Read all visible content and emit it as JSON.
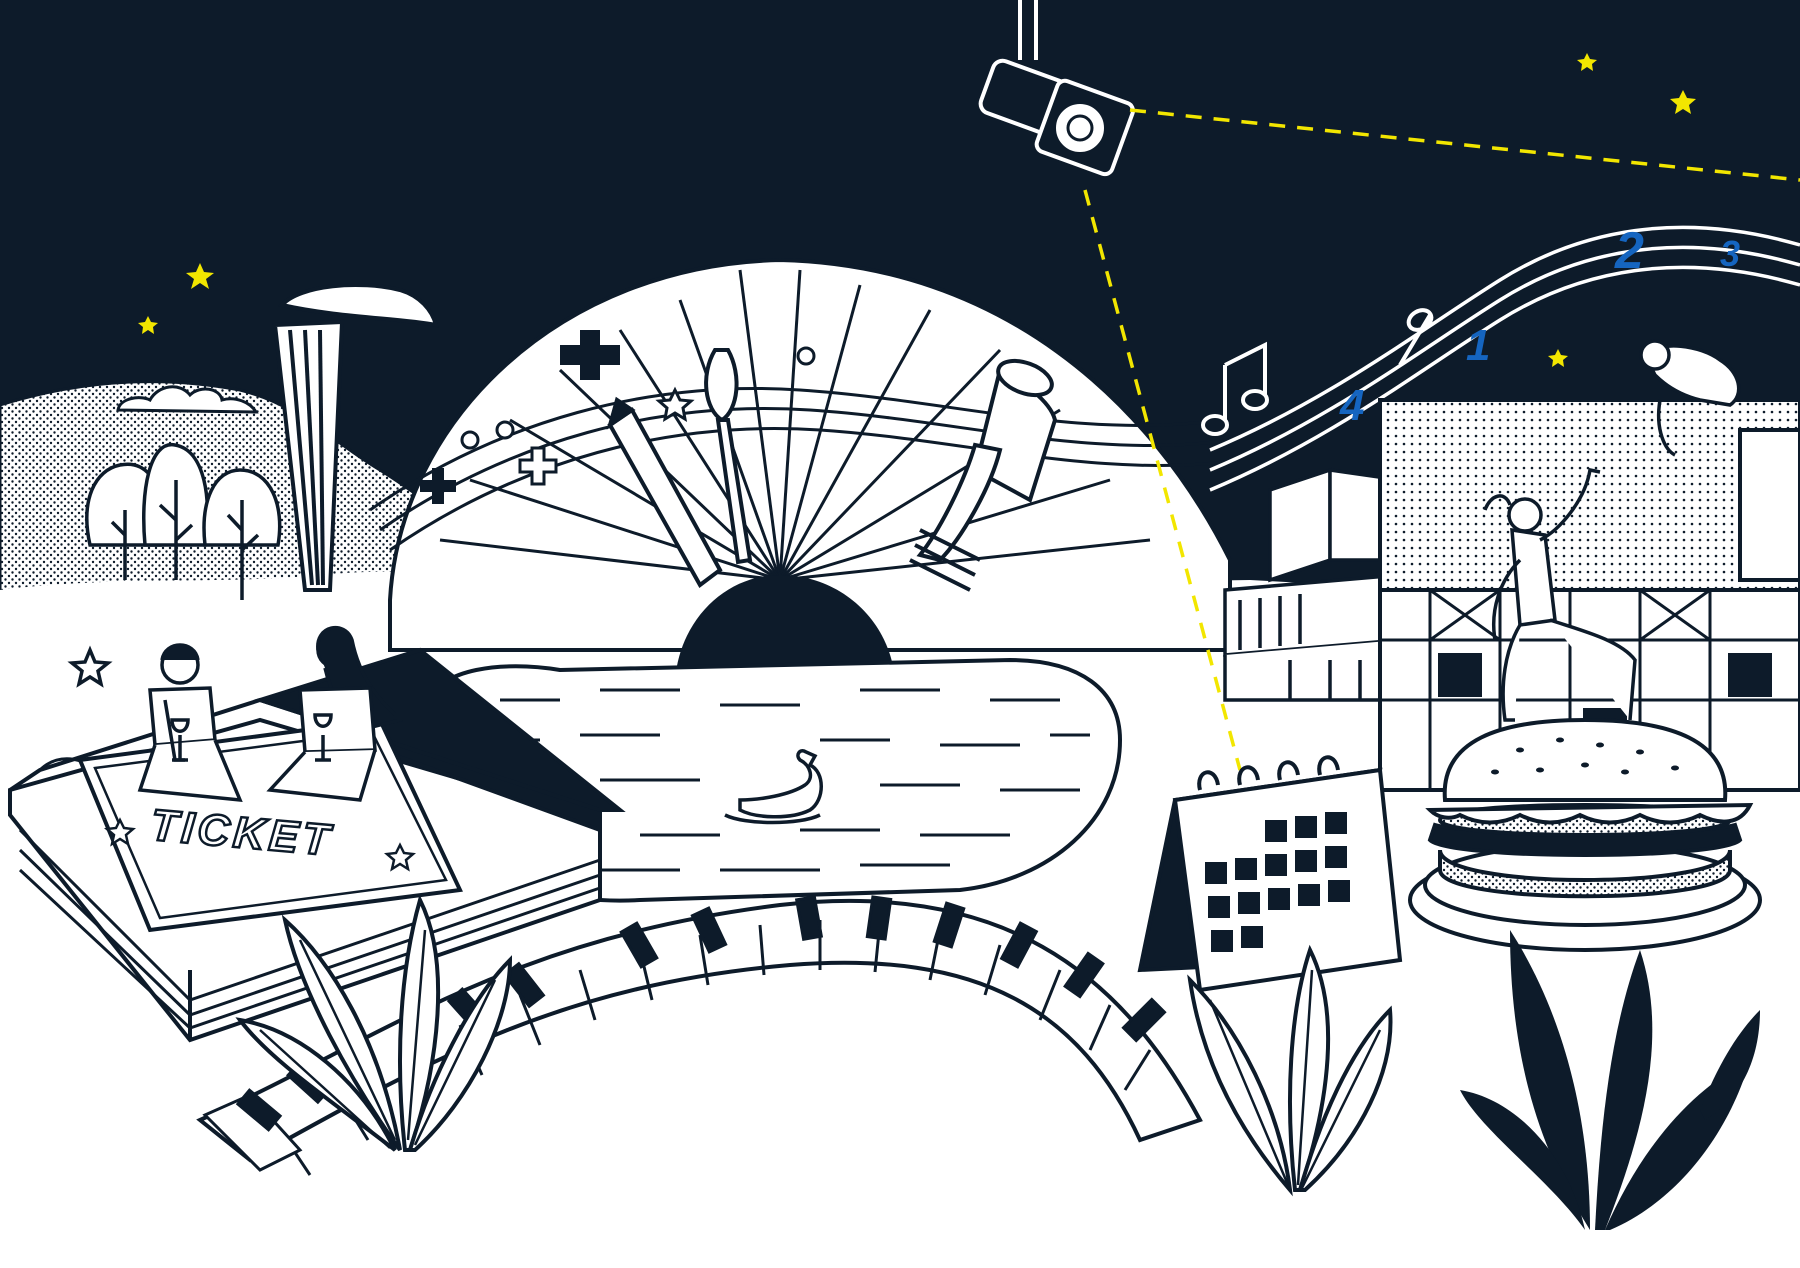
{
  "illustration": {
    "ticket": {
      "label": "TICKET"
    },
    "music_staff": {
      "numbers": [
        "4",
        "1",
        "2",
        "3"
      ]
    },
    "colors": {
      "night_sky": "#0d1b2a",
      "ink": "#0d1b2a",
      "paper": "#ffffff",
      "star_yellow": "#f2e600",
      "spotlight_beam": "#f2e600",
      "staff_numbers": "#1565c0"
    },
    "icons": [
      "spotlight-icon",
      "music-note-icon",
      "trumpet-icon",
      "pencil-icon",
      "paintbrush-icon",
      "piano-keys-icon",
      "calendar-icon",
      "burger-icon",
      "duck-icon",
      "water-tower-icon",
      "statue-icon",
      "book-icon",
      "ticket-icon",
      "plant-icon",
      "tree-icon",
      "star-icon"
    ]
  }
}
